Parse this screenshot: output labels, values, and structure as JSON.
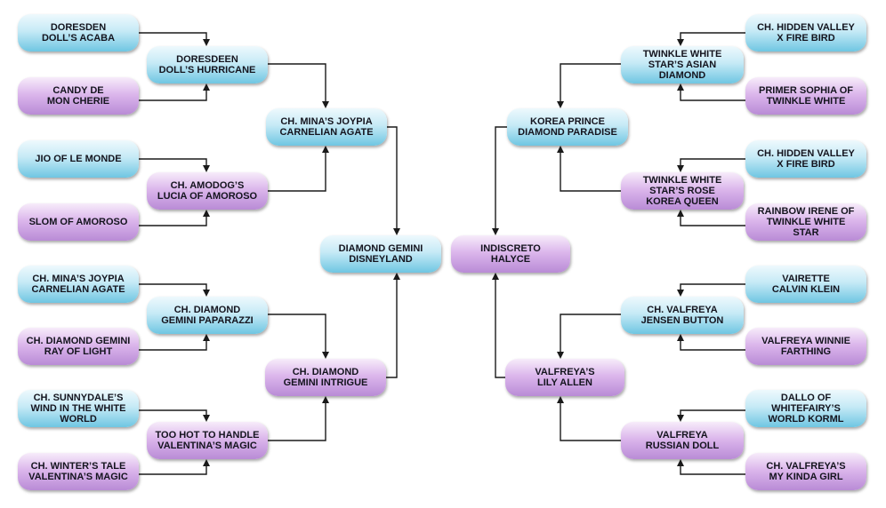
{
  "colors": {
    "blue": "#8fd3ea",
    "purple": "#c9a0e0",
    "line": "#1a1a1a"
  },
  "pedigree": {
    "left": {
      "root": "DIAMOND GEMINI\nDISNEYLAND",
      "sire": "CH. MINA’S JOYPIA\nCARNELIAN AGATE",
      "dam": "CH. DIAMOND\nGEMINI INTRIGUE",
      "sire_sire": "DORESDEEN\nDOLL’S HURRICANE",
      "sire_dam": "CH. AMODOG’S\nLUCIA OF AMOROSO",
      "dam_sire": "CH. DIAMOND\nGEMINI PAPARAZZI",
      "dam_dam": "TOO HOT TO HANDLE\nVALENTINA’S MAGIC",
      "ss_sire": "DORESDEN\nDOLL’S ACABA",
      "ss_dam": "CANDY DE\nMON CHERIE",
      "sd_sire": "JIO OF LE MONDE",
      "sd_dam": "SLOM OF AMOROSO",
      "ds_sire": "CH. MINA’S JOYPIA\nCARNELIAN AGATE",
      "ds_dam": "CH. DIAMOND GEMINI\nRAY OF LIGHT",
      "dd_sire": "CH. SUNNYDALE’S\nWIND IN THE WHITE\nWORLD",
      "dd_dam": "CH. WINTER’S TALE\nVALENTINA’S MAGIC"
    },
    "right": {
      "root": "INDISCRETO\nHALYCE",
      "sire": "KOREA PRINCE\nDIAMOND PARADISE",
      "dam": "VALFREYA’S\nLILY ALLEN",
      "sire_sire": "TWINKLE WHITE\nSTAR’S ASIAN\nDIAMOND",
      "sire_dam": "TWINKLE WHITE\nSTAR’S ROSE\nKOREA QUEEN",
      "dam_sire": "CH. VALFREYA\nJENSEN BUTTON",
      "dam_dam": "VALFREYA\nRUSSIAN DOLL",
      "ss_sire": "CH. HIDDEN VALLEY\nX FIRE BIRD",
      "ss_dam": "PRIMER SOPHIA OF\nTWINKLE WHITE",
      "sd_sire": "CH. HIDDEN VALLEY\nX FIRE BIRD",
      "sd_dam": "RAINBOW IRENE OF\nTWINKLE WHITE\nSTAR",
      "ds_sire": "VAIRETTE\nCALVIN KLEIN",
      "ds_dam": "VALFREYA WINNIE\nFARTHING",
      "dd_sire": "DALLO OF\nWHITEFAIRY’S\nWORLD KORML",
      "dd_dam": "CH. VALFREYA’S\nMY KINDA GIRL"
    }
  }
}
